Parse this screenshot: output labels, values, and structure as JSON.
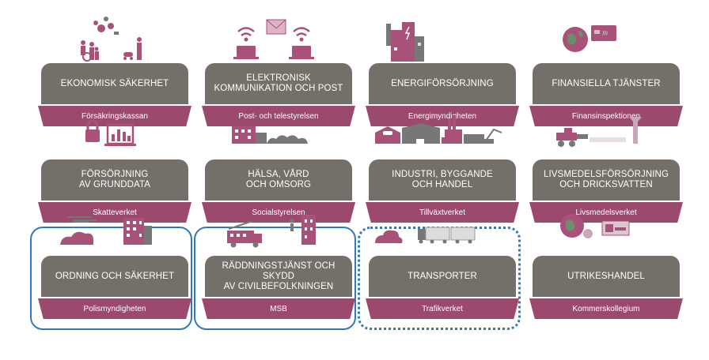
{
  "colors": {
    "sector_box": "#747069",
    "agency_bar": "#9b4a6e",
    "icon": "#a8527a",
    "highlight": "#2f78be"
  },
  "grid": [
    {
      "sector": "EKONOMISK SÄKERHET",
      "agency": "Försäkringskassan",
      "icons": "family-coins-icon",
      "highlight": "none"
    },
    {
      "sector": "ELEKTRONISK\nKOMMUNIKATION  OCH POST",
      "agency": "Post- och telestyrelsen",
      "icons": "wifi-mail-icon",
      "highlight": "none"
    },
    {
      "sector": "ENERGIFÖRSÖRJNING",
      "agency": "Energimyndigheten",
      "icons": "power-plant-icon",
      "highlight": "none"
    },
    {
      "sector": "FINANSIELLA  TJÄNSTER",
      "agency": "Finansinspektionen",
      "icons": "globe-card-icon",
      "highlight": "none"
    },
    {
      "sector": "FÖRSÖRJNING\nAV GRUNDDATA",
      "agency": "Skatteverket",
      "icons": "lock-chart-icon",
      "highlight": "none"
    },
    {
      "sector": "HÄLSA, VÅRD\nOCH OMSORG",
      "agency": "Socialstyrelsen",
      "icons": "hospital-icon",
      "highlight": "none"
    },
    {
      "sector": "INDUSTRI, BYGGANDE\nOCH HANDEL",
      "agency": "Tillväxtverket",
      "icons": "factory-icon",
      "highlight": "none"
    },
    {
      "sector": "LIVSMEDELSFÖRSÖRJNING\nOCH DRICKSVATTEN",
      "agency": "Livsmedelsverket",
      "icons": "harvester-tower-icon",
      "highlight": "none"
    },
    {
      "sector": "ORDNING OCH SÄKERHET",
      "agency": "Polismyndigheten",
      "icons": "helicopter-building-icon",
      "highlight": "solid"
    },
    {
      "sector": "RÄDDNINGSTJÄNST OCH\nSKYDD\nAV CIVILBEFOLKNINGEN",
      "agency": "MSB",
      "icons": "firetruck-icon",
      "highlight": "solid"
    },
    {
      "sector": "TRANSPORTER",
      "agency": "Trafikverket",
      "icons": "truck-icon",
      "highlight": "dotted"
    },
    {
      "sector": "UTRIKESHANDEL",
      "agency": "Kommerskollegium",
      "icons": "globe-money-icon",
      "highlight": "none"
    }
  ]
}
